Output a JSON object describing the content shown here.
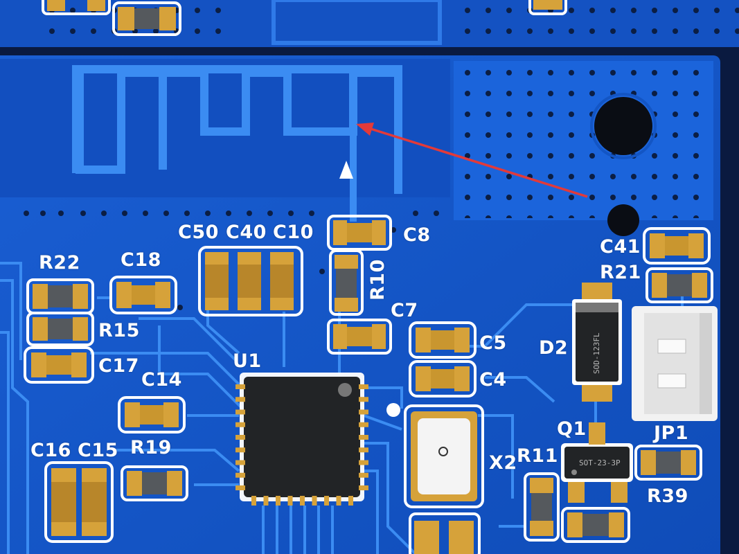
{
  "colors": {
    "soldermask": "#1558cc",
    "copper_fill": "#1e6ae0",
    "trace": "#3b8cf2",
    "pad_gold": "#d6a23a",
    "silkscreen": "#ffffff",
    "ic_body": "#222426",
    "annotation_arrow": "#e23a3a"
  },
  "labels": {
    "c50": "C50",
    "c40": "C40",
    "c10": "C10",
    "c8": "C8",
    "r10": "R10",
    "r22": "R22",
    "c18": "C18",
    "r15": "R15",
    "c17": "C17",
    "c14": "C14",
    "c16": "C16",
    "c15": "C15",
    "r19": "R19",
    "u1": "U1",
    "c7": "C7",
    "c5": "C5",
    "c4": "C4",
    "x2": "X2",
    "r11": "R11",
    "q1": "Q1",
    "jp1": "JP1",
    "r39": "R39",
    "c41": "C41",
    "r21": "R21",
    "d2": "D2"
  },
  "chip_marks": {
    "q1_package": "SOT-23-3P",
    "d2_package": "SOD-123FL"
  }
}
